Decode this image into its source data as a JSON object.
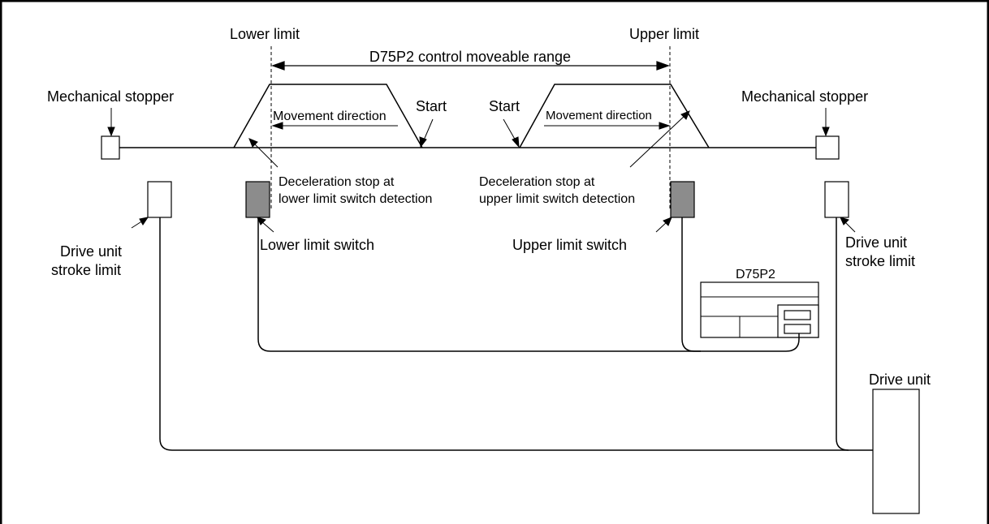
{
  "labels": {
    "lower_limit": "Lower limit",
    "upper_limit": "Upper limit",
    "control_range": "D75P2 control moveable range",
    "mech_stopper_left": "Mechanical stopper",
    "mech_stopper_right": "Mechanical stopper",
    "start_left": "Start",
    "start_right": "Start",
    "movement_left": "Movement direction",
    "movement_right": "Movement direction",
    "decel_lower_1": "Deceleration stop at",
    "decel_lower_2": "lower limit switch detection",
    "decel_upper_1": "Deceleration stop at",
    "decel_upper_2": "upper limit switch detection",
    "drive_stroke_left_1": "Drive unit",
    "drive_stroke_left_2": "stroke limit",
    "drive_stroke_right_1": "Drive unit",
    "drive_stroke_right_2": "stroke limit",
    "lower_switch": "Lower limit switch",
    "upper_switch": "Upper limit switch",
    "d75p2": "D75P2",
    "drive_unit": "Drive unit"
  },
  "colors": {
    "line": "#000000",
    "switch_fill": "#8c8c8c",
    "background": "#ffffff"
  }
}
